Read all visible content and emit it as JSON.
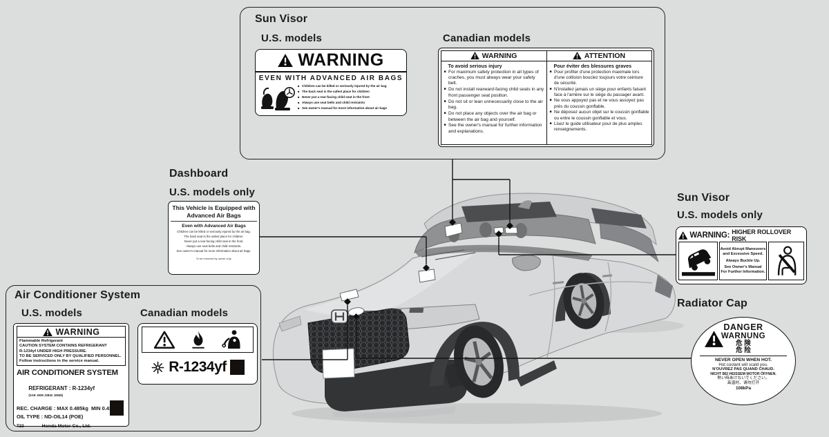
{
  "page": {
    "background": "#dcdedd",
    "label_background": "#ffffff",
    "line_color": "#141414"
  },
  "sun_visor_group": {
    "title": "Sun Visor",
    "us_heading": "U.S. models",
    "ca_heading": "Canadian models",
    "us_label": {
      "warning_word": "WARNING",
      "subtitle": "EVEN WITH ADVANCED AIR BAGS",
      "bullets": [
        "Children can be killed or seriously injured by the air bag",
        "The back seat is the safest place for children",
        "Never put a rear-facing child seat in the front",
        "Always use seat belts and child restraints",
        "See owner's manual for more information about air bags"
      ]
    },
    "ca_label": {
      "en": {
        "header": "WARNING",
        "lead": "To avoid serious injury",
        "bullets": [
          "For maximum safety protection in all types of craches, you must always wear your safety belt.",
          "Do not install rearward-facing child seats in any front passenger seat position.",
          "Do not sit or lean unnecessarily close to the air bag.",
          "Do not place any objects over the air bag or between the air bag and yourself.",
          "See the owner's manual for further information and explanations."
        ]
      },
      "fr": {
        "header": "ATTENTION",
        "lead": "Pour éviter des blessures graves",
        "bullets": [
          "Pour profiter d'une protection maximale lors d'une collision bouclez toujours votre ceinture de sécurité.",
          "N'installez jamais un siège pour enfants faisant face à l'arrière sur le siège du passager avant.",
          "Ne vous appuyez pas et ne vous assoyez pas près du coussin gonflable.",
          "Ne déposez aucun objet sur le coussin gonflable ou entre le coussin gonflable et vous.",
          "Lisez le guide utilisateur pour de plus amples renseignements."
        ]
      }
    }
  },
  "dashboard": {
    "title": "Dashboard",
    "subtitle": "U.S. models only",
    "label": {
      "headline_line1": "This Vehicle is Equipped with",
      "headline_line2": "Advanced Air Bags",
      "subhead": "Even with Advanced Air Bags",
      "lines": [
        "Children can be killed or seriously injured by the air bag.",
        "The back seat is the safest place for children.",
        "Never put a rear-facing child seat in the front.",
        "Always use seat belts and child restraints.",
        "See owner's manual for more information about air bags."
      ],
      "footnote": "To be removed by owner only."
    }
  },
  "sun_visor_right": {
    "title": "Sun Visor",
    "subtitle": "U.S. models only",
    "label": {
      "warning_word": "WARNING:",
      "header_rest": "HIGHER ROLLOVER RISK",
      "line1a": "Avoid Abrupt Maneuvers",
      "line1b": "and Excessive Speed.",
      "line2": "Always Buckle Up.",
      "line3a": "See Owner's Manual",
      "line3b": "For Further Information."
    }
  },
  "ac_group": {
    "title": "Air Conditioner System",
    "us_heading": "U.S. models",
    "ca_heading": "Canadian models",
    "us_label": {
      "warning_word": "WARNING",
      "caution_lines": [
        "Flammable Refrigerant",
        "CAUTION SYSTEM CONTAINS REFRIGERANT",
        "R-1234yf UNDER HIGH PRESSURE.",
        "TO BE SERVICED ONLY BY QUALIFIED PERSONNEL.",
        "Follow instructions in the service manual."
      ],
      "system_title": "AIR CONDITIONER SYSTEM",
      "refrigerant_label": "REFRIGERANT : R-1234yf",
      "refrigerant_sae": "(SAE J639 J2842 J2845)",
      "charge_line": "REC. CHARGE : MAX 0.485kg  MIN 0.435kg",
      "oil_line": "OIL TYPE : ND-OIL14 (POE)",
      "code": "T23",
      "company": "Honda Motor Co., Ltd."
    },
    "ca_label": {
      "refrigerant": "R-1234yf"
    }
  },
  "radiator": {
    "title": "Radiator Cap",
    "label": {
      "danger_lines": [
        "DANGER",
        "WARNUNG",
        "危 険",
        "危 险"
      ],
      "body_lines": [
        "NEVER OPEN WHEN HOT.",
        "Hot coolant will scald you.",
        "N'OUVREZ PAS QUAND CHAUD.",
        "NICHT BEI HEISSEM MOTOR ÖFFNEN.",
        "熱い時あけないでください。",
        "高温时、请勿打开",
        "108kPa"
      ]
    }
  }
}
